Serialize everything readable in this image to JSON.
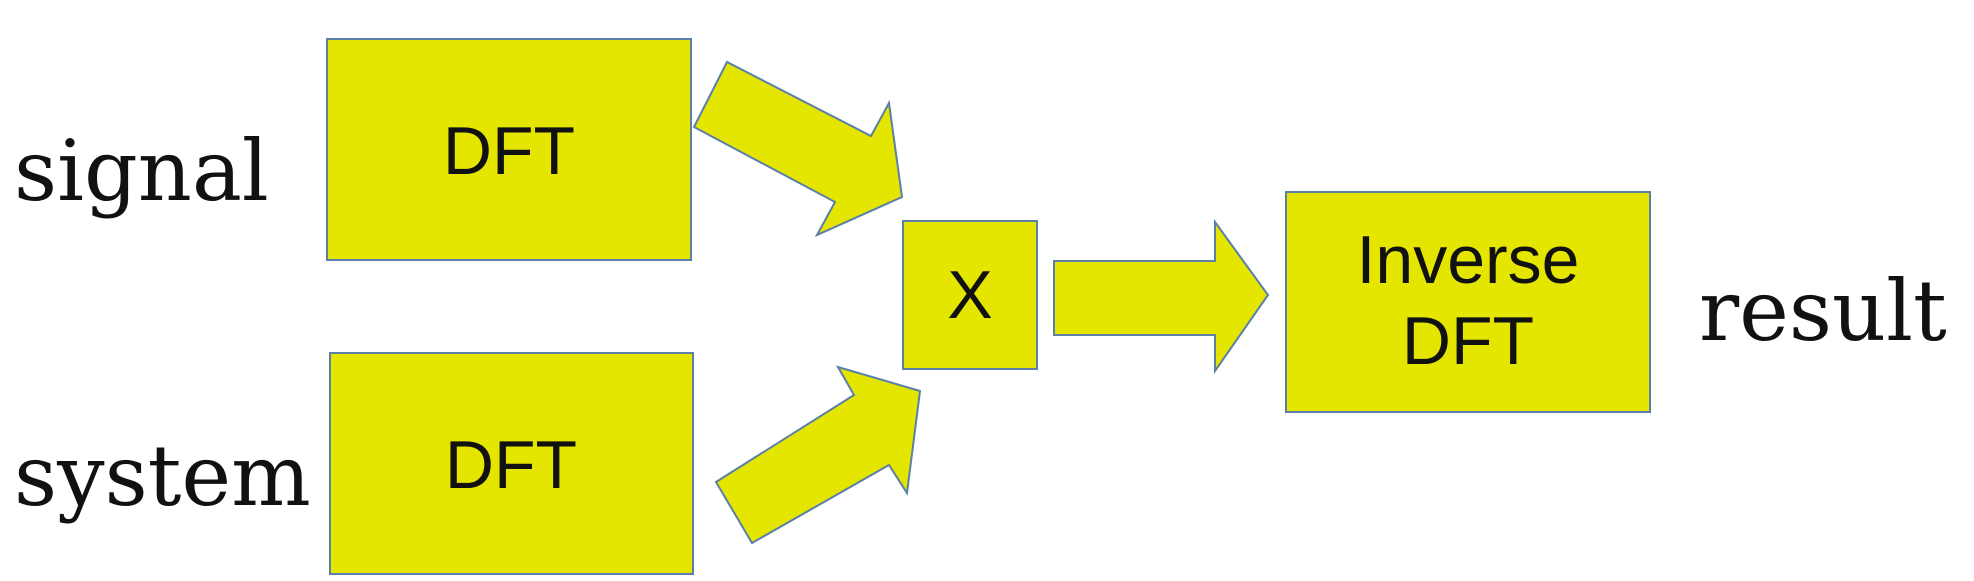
{
  "labels": {
    "signal": "signal",
    "system": "system",
    "result": "result"
  },
  "boxes": {
    "dft_top": "DFT",
    "dft_bottom": "DFT",
    "multiply": "X",
    "inverse_line1": "Inverse",
    "inverse_line2": "DFT"
  },
  "colors": {
    "box_fill": "#e5e600",
    "outline": "#5b7fa6",
    "text": "#111111",
    "background": "#ffffff"
  }
}
